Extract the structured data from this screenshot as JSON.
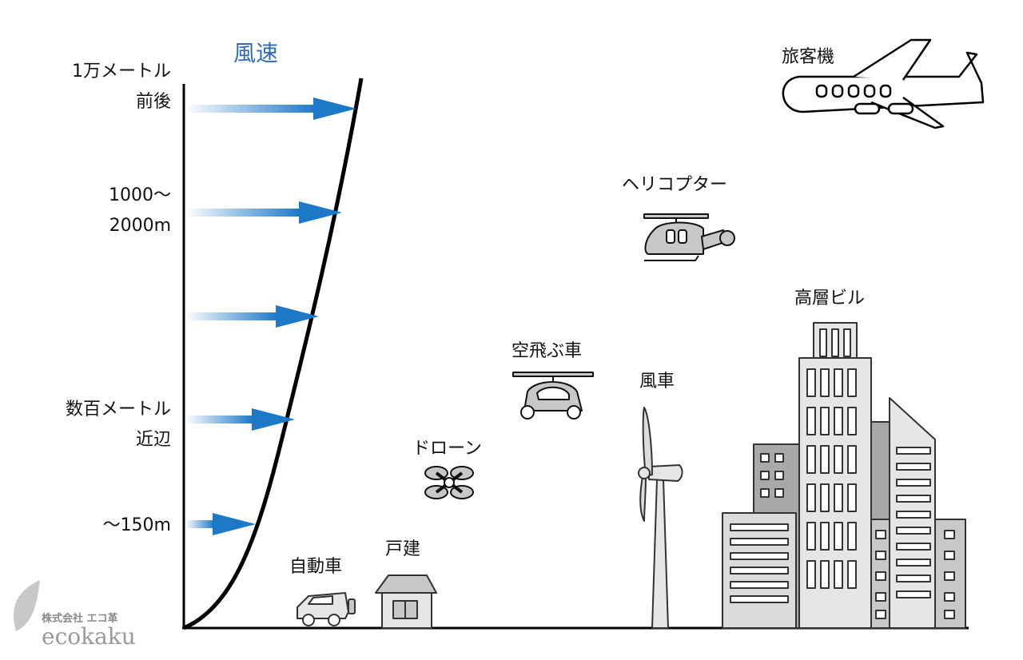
{
  "title": "風速",
  "altitude_labels": {
    "a1_line1": "1万メートル",
    "a1_line2": "前後",
    "a2_line1": "1000～",
    "a2_line2": "2000m",
    "a3_line1": "数百メートル",
    "a3_line2": "近辺",
    "a4": "～150m"
  },
  "objects": {
    "airliner": "旅客機",
    "helicopter": "ヘリコプター",
    "tall_building": "高層ビル",
    "flying_car": "空飛ぶ車",
    "windmill": "風車",
    "drone": "ドローン",
    "house": "戸建",
    "car": "自動車"
  },
  "logo": {
    "company": "株式会社 エコ革",
    "brand": "ecokaku"
  },
  "colors": {
    "arrow": "#1e78c8",
    "title": "#2f6db5",
    "gray_fill": "#c8c8c8",
    "dark_gray": "#a9a9a9"
  }
}
